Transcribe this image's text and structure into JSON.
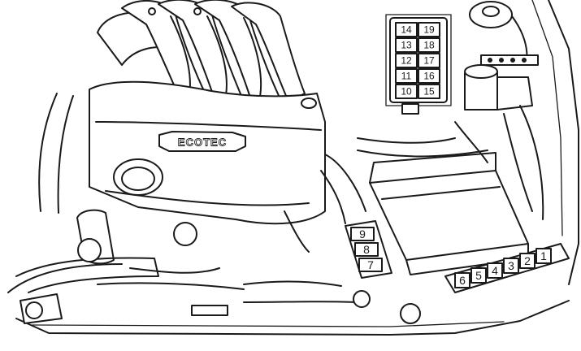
{
  "engine_cover": {
    "brand_text": "ECOTEC"
  },
  "fuse_box_upper": {
    "labels": [
      "14",
      "19",
      "13",
      "18",
      "12",
      "17",
      "11",
      "16",
      "10",
      "15"
    ]
  },
  "relay_block_left": {
    "labels": [
      "9",
      "8",
      "7"
    ]
  },
  "relay_block_right": {
    "labels": [
      "6",
      "5",
      "4",
      "3",
      "2",
      "1"
    ]
  }
}
